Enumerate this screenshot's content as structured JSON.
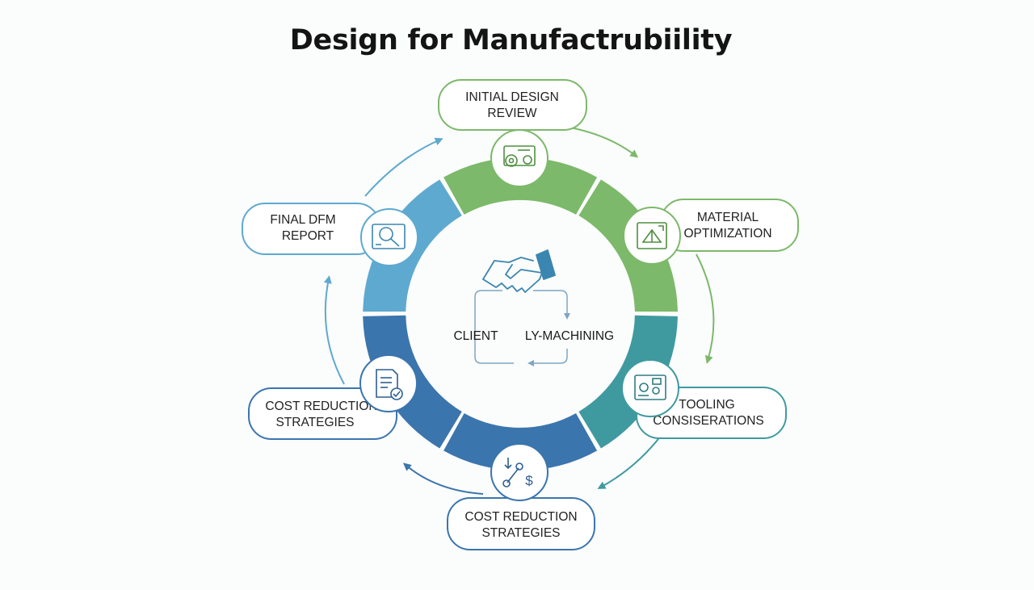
{
  "title": "Design for Manufactrubiility",
  "center": {
    "left_label": "CLIENT",
    "right_label": "LY-MACHINING"
  },
  "steps": [
    {
      "id": "initial-design-review",
      "line1": "INITIAL DESIGN",
      "line2": "REVIEW",
      "icon": "gear-settings-icon",
      "color": "#7cb96a"
    },
    {
      "id": "material-optimization",
      "line1": "MATERIAL",
      "line2": "OPTIMIZATION",
      "icon": "material-box-icon",
      "color": "#7cb96a"
    },
    {
      "id": "tooling-considerations",
      "line1": "TOOLING",
      "line2": "CONSISERATIONS",
      "icon": "tooling-panel-icon",
      "color": "#3f9aa0"
    },
    {
      "id": "cost-reduction-bottom",
      "line1": "COST REDUCTION",
      "line2": "STRATEGIES",
      "icon": "wrench-dollar-icon",
      "color": "#3b75ad"
    },
    {
      "id": "cost-reduction-left",
      "line1": "COST REDUCTION",
      "line2": "STRATEGIES",
      "icon": "document-check-icon",
      "color": "#3b75ad"
    },
    {
      "id": "final-dfm-report",
      "line1": "FINAL DFM",
      "line2": "REPORT",
      "icon": "magnifier-report-icon",
      "color": "#5ea9d0"
    }
  ]
}
